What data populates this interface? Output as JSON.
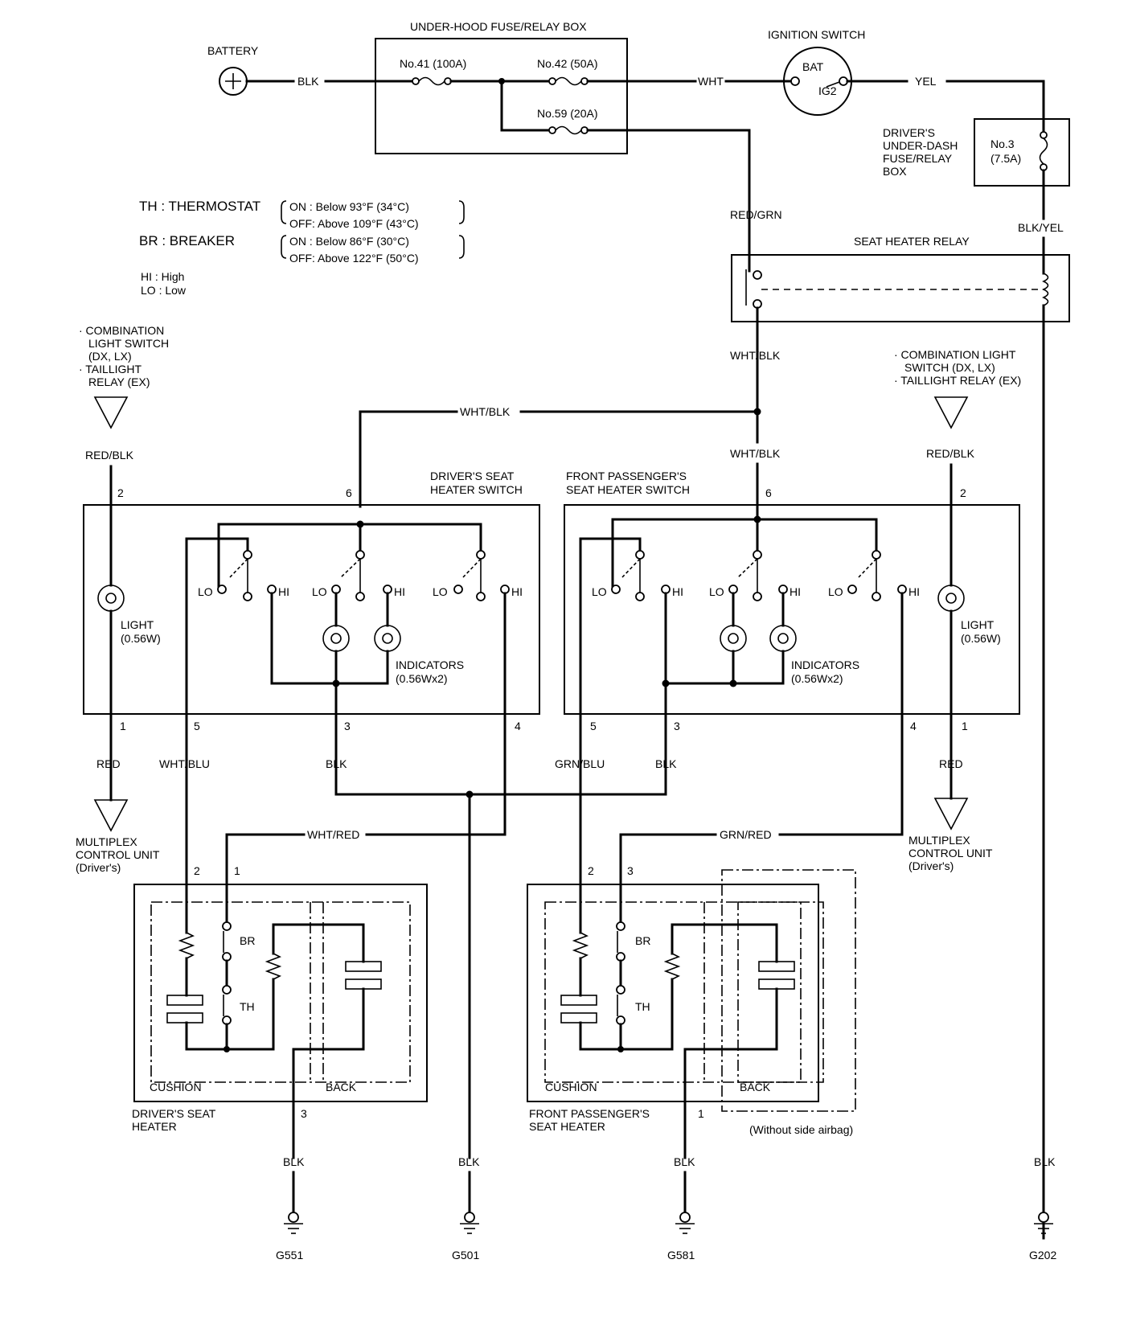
{
  "battery": {
    "label": "BATTERY"
  },
  "under_hood_box": {
    "title": "UNDER-HOOD FUSE/RELAY BOX",
    "fuse41": "No.41 (100A)",
    "fuse42": "No.42 (50A)",
    "fuse59": "No.59 (20A)"
  },
  "ignition_switch": {
    "title": "IGNITION SWITCH",
    "bat": "BAT",
    "ig2": "IG2"
  },
  "under_dash_box": {
    "line1": "DRIVER'S",
    "line2": "UNDER-DASH",
    "line3": "FUSE/RELAY",
    "line4": "BOX",
    "fuse_no": "No.3",
    "fuse_amp": "(7.5A)"
  },
  "relay": {
    "title": "SEAT HEATER RELAY"
  },
  "legend": {
    "th": "TH : THERMOSTAT",
    "th_on": "ON  : Below 93°F (34°C)",
    "th_off": "OFF: Above 109°F (43°C)",
    "br": "BR : BREAKER",
    "br_on": "ON  : Below 86°F (30°C)",
    "br_off": "OFF: Above 122°F (50°C)",
    "hi": "HI  : High",
    "lo": "LO : Low"
  },
  "left_source": {
    "line1": "· COMBINATION",
    "line2": "LIGHT SWITCH",
    "line3": "(DX, LX)",
    "line4": "· TAILLIGHT",
    "line5": "RELAY (EX)"
  },
  "right_source": {
    "line1": "· COMBINATION LIGHT",
    "line2": "SWITCH (DX, LX)",
    "line3": "· TAILLIGHT RELAY (EX)"
  },
  "wires": {
    "blk": "BLK",
    "wht": "WHT",
    "yel": "YEL",
    "red_grn": "RED/GRN",
    "blk_yel": "BLK/YEL",
    "wht_blk": "WHT/BLK",
    "red_blk": "RED/BLK",
    "red": "RED",
    "wht_blu": "WHT/BLU",
    "grn_blu": "GRN/BLU",
    "wht_red": "WHT/RED",
    "grn_red": "GRN/RED"
  },
  "driver_switch": {
    "title1": "DRIVER'S SEAT",
    "title2": "HEATER SWITCH",
    "light1": "LIGHT",
    "light2": "(0.56W)",
    "ind1": "INDICATORS",
    "ind2": "(0.56Wx2)",
    "lo": "LO",
    "hi": "HI",
    "pin1": "1",
    "pin2": "2",
    "pin3": "3",
    "pin4": "4",
    "pin5": "5",
    "pin6": "6"
  },
  "passenger_switch": {
    "title1": "FRONT PASSENGER'S",
    "title2": "SEAT HEATER SWITCH",
    "light1": "LIGHT",
    "light2": "(0.56W)",
    "ind1": "INDICATORS",
    "ind2": "(0.56Wx2)",
    "lo": "LO",
    "hi": "HI",
    "pin1": "1",
    "pin2": "2",
    "pin3": "3",
    "pin5": "5",
    "pin4": "4",
    "pin6": "6"
  },
  "mcu_left": {
    "line1": "MULTIPLEX",
    "line2": "CONTROL UNIT",
    "line3": "(Driver's)"
  },
  "mcu_right": {
    "line1": "MULTIPLEX",
    "line2": "CONTROL UNIT",
    "line3": "(Driver's)"
  },
  "driver_heater": {
    "title1": "DRIVER'S SEAT",
    "title2": "HEATER",
    "cushion": "CUSHION",
    "back": "BACK",
    "br": "BR",
    "th": "TH",
    "pin1": "1",
    "pin2": "2",
    "pin3": "3"
  },
  "passenger_heater": {
    "title1": "FRONT PASSENGER'S",
    "title2": "SEAT HEATER",
    "cushion": "CUSHION",
    "back": "BACK",
    "br": "BR",
    "th": "TH",
    "pin1": "1",
    "pin2": "2",
    "pin3": "3",
    "note": "(Without side airbag)"
  },
  "grounds": {
    "g551": "G551",
    "g501": "G501",
    "g581": "G581",
    "g202": "G202"
  }
}
